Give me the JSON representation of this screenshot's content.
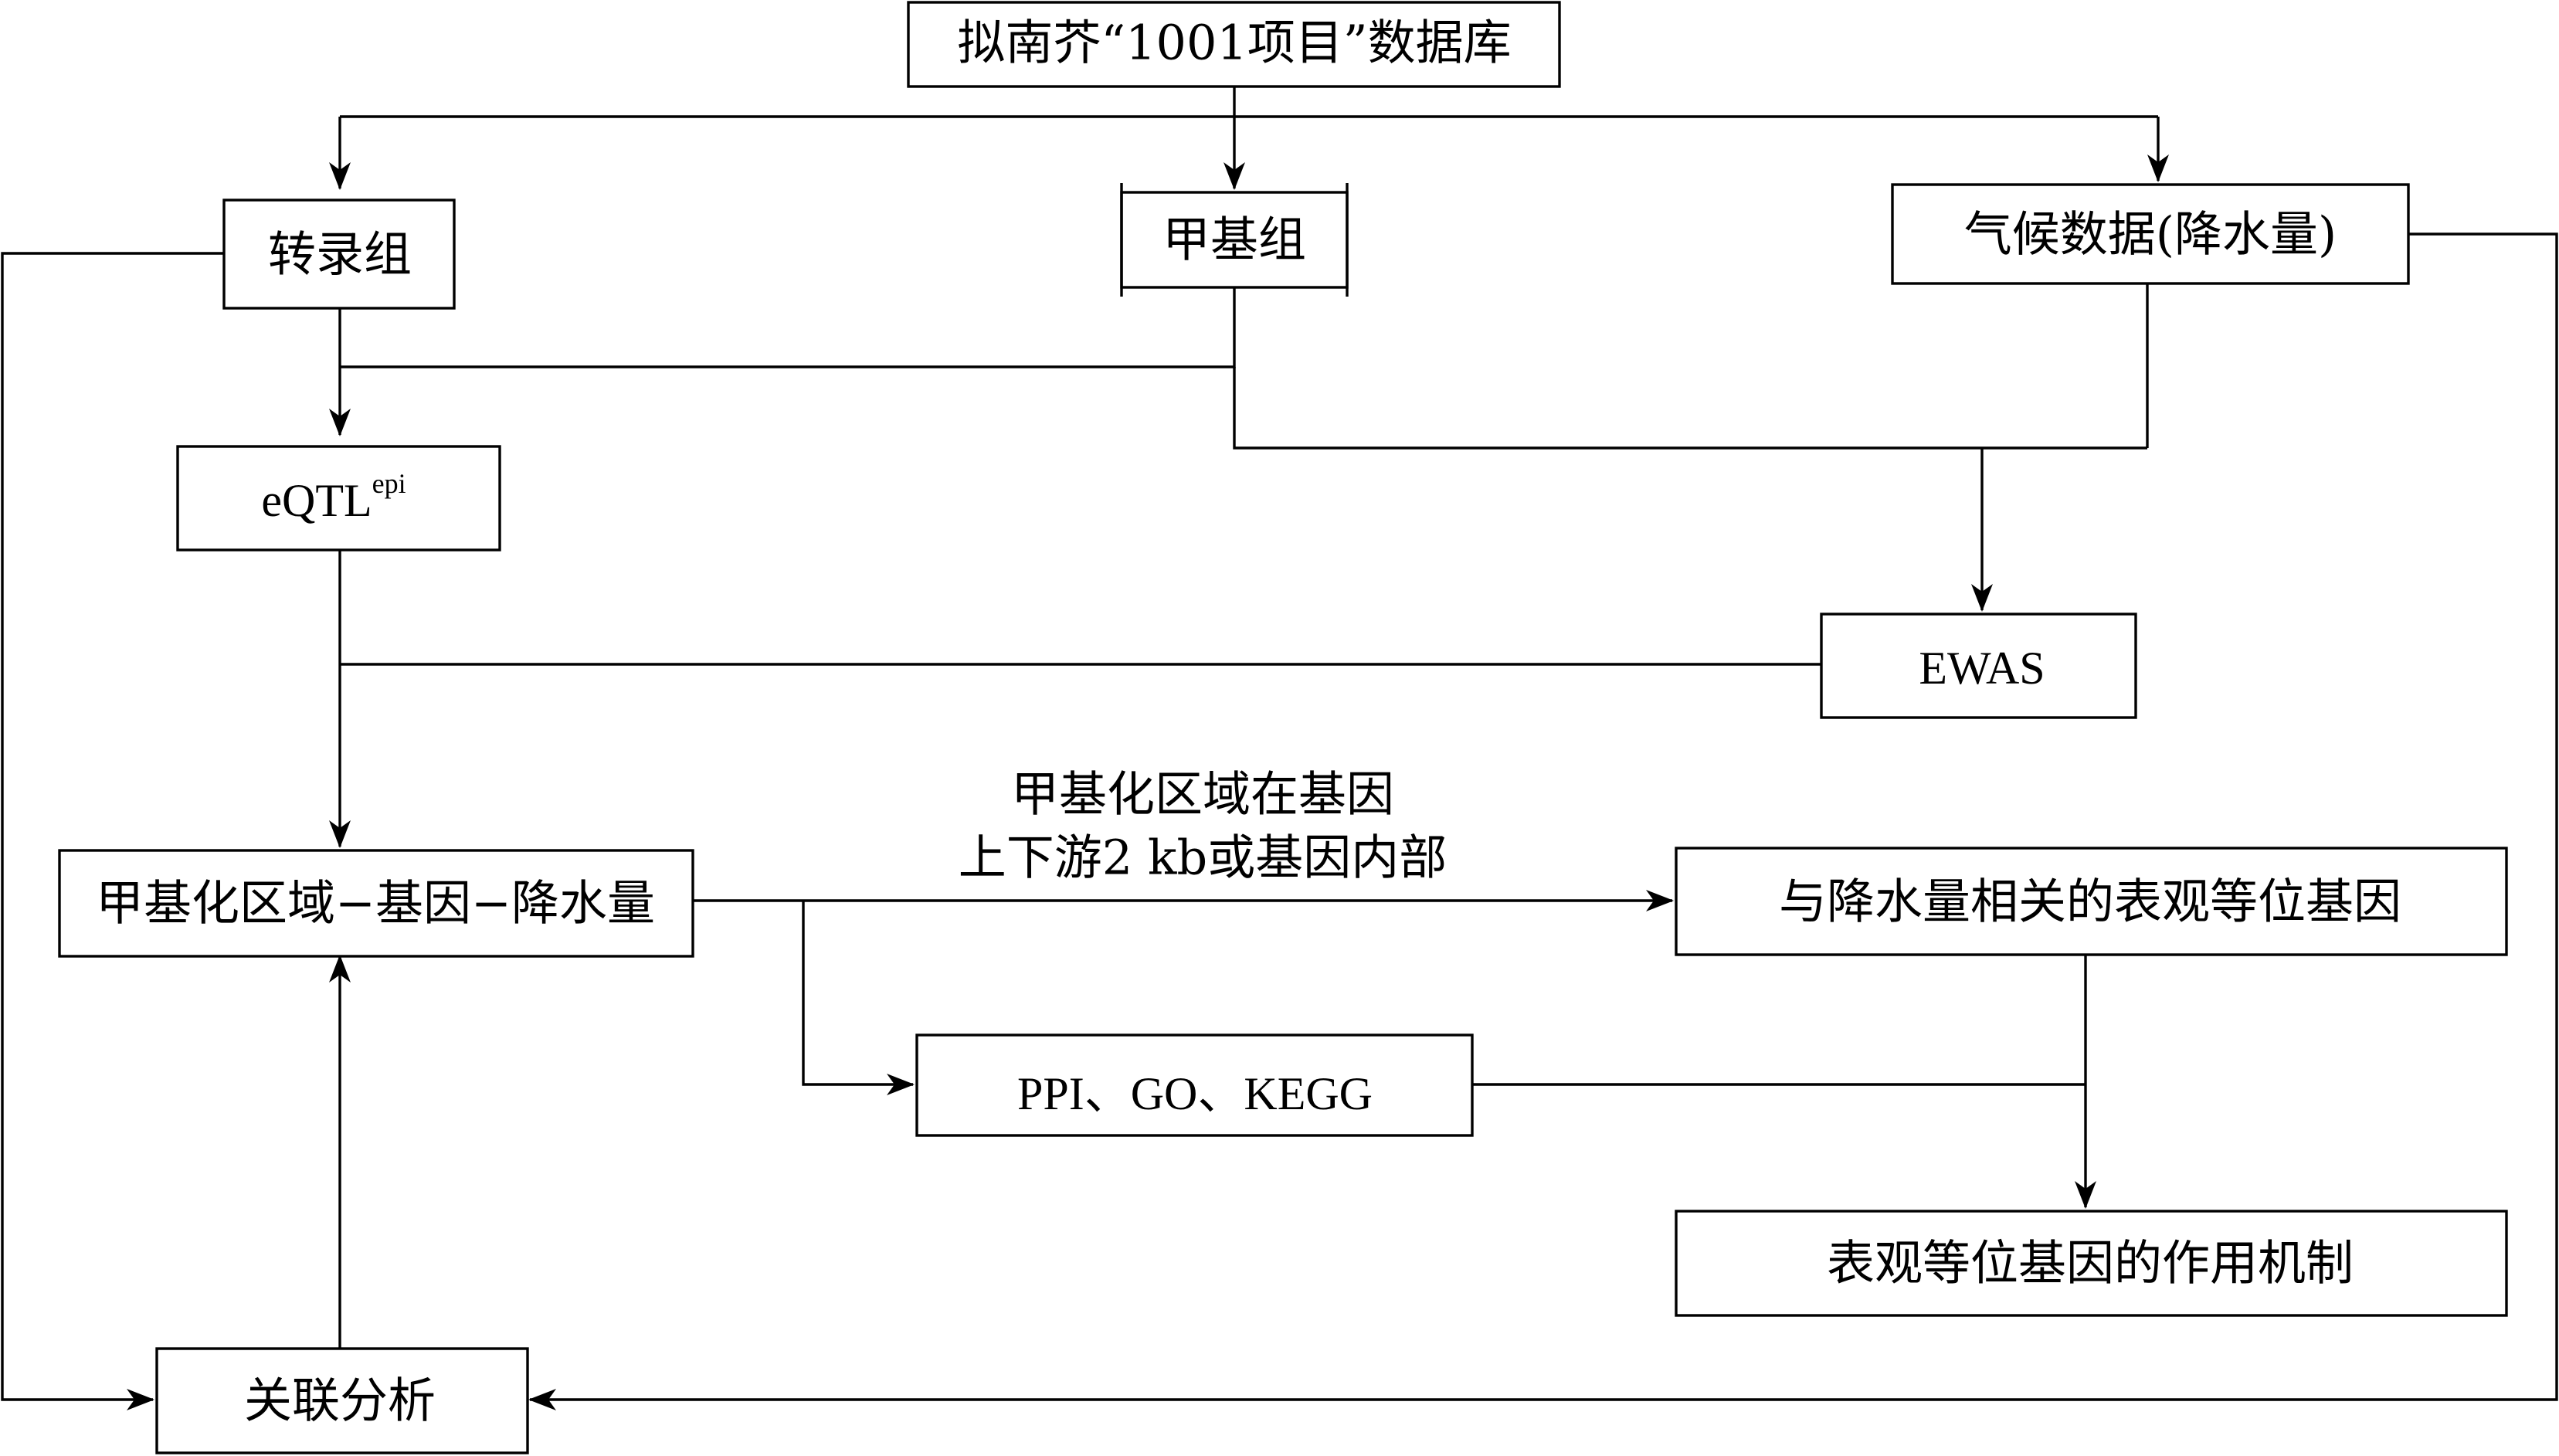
{
  "diagram": {
    "nodes": {
      "database": "拟南芥“1001项目”数据库",
      "transcriptome": "转录组",
      "methylome": "甲基组",
      "climate": "气候数据(降水量)",
      "eqtl": "eQTL",
      "eqtl_sup": "epi",
      "ewas": "EWAS",
      "region_gene_precip": "甲基化区域−基因−降水量",
      "epiallele": "与降水量相关的表观等位基因",
      "enrichment": "PPI、GO、KEGG",
      "mechanism": "表观等位基因的作用机制",
      "association": "关联分析"
    },
    "edge_label": {
      "line1": "甲基化区域在基因",
      "line2": "上下游2 kb或基因内部"
    }
  }
}
